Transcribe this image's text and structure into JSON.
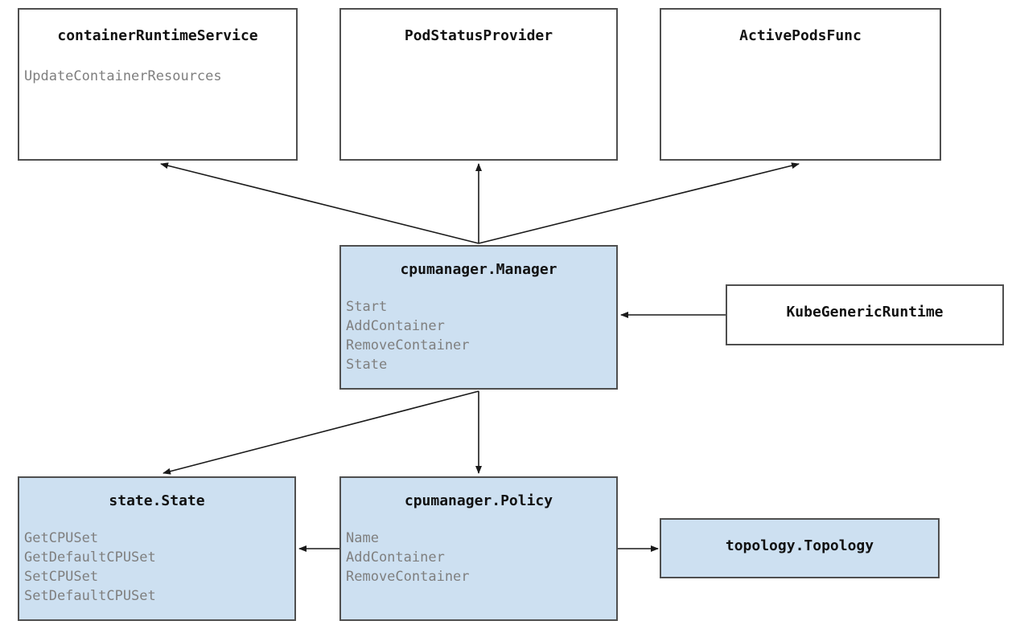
{
  "diagram": {
    "type": "uml-interface-dependency",
    "background": "#ffffff",
    "colors": {
      "node_fill_highlight": "#cde0f1",
      "node_fill_plain": "#ffffff",
      "node_border": "#4f4f4f",
      "title_text": "#111111",
      "member_text": "#7f7f7f",
      "edge_stroke": "#1a1a1a"
    },
    "nodes": [
      {
        "id": "containerRuntimeService",
        "title": "containerRuntimeService",
        "filled": false,
        "members": [
          "UpdateContainerResources"
        ]
      },
      {
        "id": "PodStatusProvider",
        "title": "PodStatusProvider",
        "filled": false,
        "members": []
      },
      {
        "id": "ActivePodsFunc",
        "title": "ActivePodsFunc",
        "filled": false,
        "members": []
      },
      {
        "id": "cpumanager.Manager",
        "title": "cpumanager.Manager",
        "filled": true,
        "members": [
          "Start",
          "AddContainer",
          "RemoveContainer",
          "State"
        ]
      },
      {
        "id": "KubeGenericRuntime",
        "title": "KubeGenericRuntime",
        "filled": false,
        "members": []
      },
      {
        "id": "state.State",
        "title": "state.State",
        "filled": true,
        "members": [
          "GetCPUSet",
          "GetDefaultCPUSet",
          "SetCPUSet",
          "SetDefaultCPUSet"
        ]
      },
      {
        "id": "cpumanager.Policy",
        "title": "cpumanager.Policy",
        "filled": true,
        "members": [
          "Name",
          "AddContainer",
          "RemoveContainer"
        ]
      },
      {
        "id": "topology.Topology",
        "title": "topology.Topology",
        "filled": true,
        "members": []
      }
    ],
    "edges": [
      {
        "from": "cpumanager.Manager",
        "to": "containerRuntimeService",
        "arrow": "to"
      },
      {
        "from": "cpumanager.Manager",
        "to": "PodStatusProvider",
        "arrow": "to"
      },
      {
        "from": "cpumanager.Manager",
        "to": "ActivePodsFunc",
        "arrow": "to"
      },
      {
        "from": "KubeGenericRuntime",
        "to": "cpumanager.Manager",
        "arrow": "to"
      },
      {
        "from": "cpumanager.Manager",
        "to": "state.State",
        "arrow": "to"
      },
      {
        "from": "cpumanager.Manager",
        "to": "cpumanager.Policy",
        "arrow": "to"
      },
      {
        "from": "cpumanager.Policy",
        "to": "state.State",
        "arrow": "to"
      },
      {
        "from": "cpumanager.Policy",
        "to": "topology.Topology",
        "arrow": "to"
      }
    ]
  }
}
